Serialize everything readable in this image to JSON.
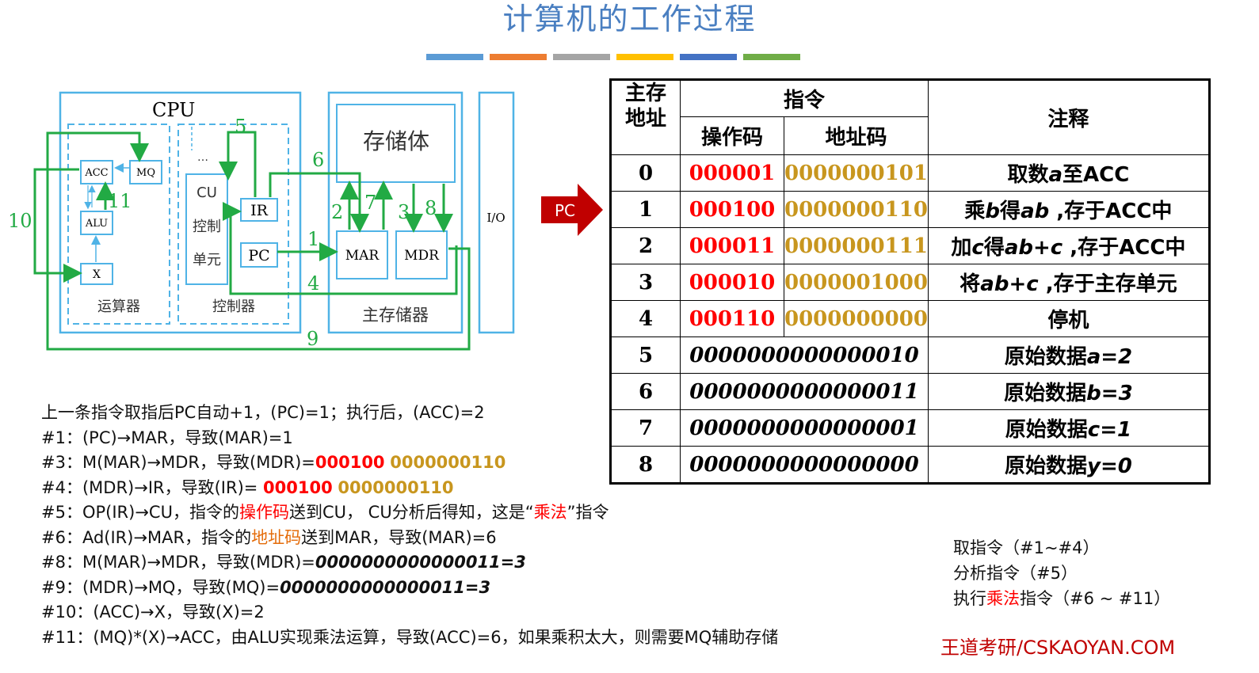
{
  "title": "计算机的工作过程",
  "title_bar_colors": [
    "#5b9bd5",
    "#ed7d31",
    "#a5a5a5",
    "#ffc000",
    "#4472c4",
    "#70ad47"
  ],
  "diagram": {
    "cpu_label": "CPU",
    "acc": "ACC",
    "mq": "MQ",
    "alu": "ALU",
    "x": "X",
    "alu_unit_label": "运算器",
    "cu_lines": [
      "CU",
      "控制",
      "单元"
    ],
    "dots": "…",
    "ir": "IR",
    "pc": "PC",
    "control_label": "控制器",
    "storage_body": "存储体",
    "mar": "MAR",
    "mdr": "MDR",
    "memory_label": "主存储器",
    "io": "I/O",
    "arrow_numbers": [
      "1",
      "2",
      "3",
      "4",
      "5",
      "6",
      "7",
      "8",
      "9",
      "10",
      "11"
    ],
    "green": "#22aa44",
    "frame_blue": "#4fb3e6"
  },
  "pc_pointer": {
    "label": "PC",
    "color": "#c00000"
  },
  "table": {
    "header": {
      "address": "主存\n地址",
      "instruction": "指令",
      "opcode": "操作码",
      "addrcode": "地址码",
      "note": "注释"
    },
    "rows": [
      {
        "addr": "0",
        "op": "000001",
        "ad": "0000000101",
        "note_parts": [
          {
            "t": "取数"
          },
          {
            "t": "a",
            "i": true
          },
          {
            "t": "至ACC"
          }
        ]
      },
      {
        "addr": "1",
        "op": "000100",
        "ad": "0000000110",
        "note_parts": [
          {
            "t": "乘"
          },
          {
            "t": "b",
            "i": true
          },
          {
            "t": "得"
          },
          {
            "t": "ab",
            "i": true
          },
          {
            "t": " ,存于ACC中"
          }
        ]
      },
      {
        "addr": "2",
        "op": "000011",
        "ad": "0000000111",
        "note_parts": [
          {
            "t": "加"
          },
          {
            "t": "c",
            "i": true
          },
          {
            "t": "得"
          },
          {
            "t": "ab+c",
            "i": true
          },
          {
            "t": " ,存于ACC中"
          }
        ]
      },
      {
        "addr": "3",
        "op": "000010",
        "ad": "0000001000",
        "note_parts": [
          {
            "t": "将"
          },
          {
            "t": "ab+c",
            "i": true
          },
          {
            "t": " ,存于主存单元"
          }
        ]
      },
      {
        "addr": "4",
        "op": "000110",
        "ad": "0000000000",
        "note_parts": [
          {
            "t": "停机"
          }
        ]
      },
      {
        "addr": "5",
        "data": "0000000000000010",
        "note_parts": [
          {
            "t": "原始数据"
          },
          {
            "t": "a=2",
            "i": true
          }
        ]
      },
      {
        "addr": "6",
        "data": "0000000000000011",
        "note_parts": [
          {
            "t": "原始数据"
          },
          {
            "t": "b=3",
            "i": true
          }
        ]
      },
      {
        "addr": "7",
        "data": "0000000000000001",
        "note_parts": [
          {
            "t": "原始数据"
          },
          {
            "t": "c=1",
            "i": true
          }
        ]
      },
      {
        "addr": "8",
        "data": "0000000000000000",
        "note_parts": [
          {
            "t": "原始数据"
          },
          {
            "t": "y=0",
            "i": true
          }
        ]
      }
    ]
  },
  "steps": [
    [
      {
        "t": "上一条指令取指后PC自动+1，(PC)=1；执行后，(ACC)=2"
      }
    ],
    [
      {
        "t": "#1：(PC)→MAR，导致(MAR)=1"
      }
    ],
    [
      {
        "t": "#3：M(MAR)→MDR，导致(MDR)="
      },
      {
        "t": "000100",
        "c": "red",
        "b": true
      },
      {
        "t": " "
      },
      {
        "t": "0000000110",
        "c": "gold",
        "b": true
      }
    ],
    [
      {
        "t": "#4：(MDR)→IR，导致(IR)= "
      },
      {
        "t": "000100",
        "c": "red",
        "b": true
      },
      {
        "t": " "
      },
      {
        "t": "0000000110",
        "c": "gold",
        "b": true
      }
    ],
    [
      {
        "t": "#5：OP(IR)→CU，指令的"
      },
      {
        "t": "操作码",
        "c": "red"
      },
      {
        "t": "送到CU， CU分析后得知，这是“"
      },
      {
        "t": "乘法",
        "c": "red"
      },
      {
        "t": "”指令"
      }
    ],
    [
      {
        "t": "#6：Ad(IR)→MAR，指令的"
      },
      {
        "t": "地址码",
        "c": "orange"
      },
      {
        "t": "送到MAR，导致(MAR)=6"
      }
    ],
    [
      {
        "t": "#8：M(MAR)→MDR，导致(MDR)="
      },
      {
        "t": "0000000000000011=3",
        "b": true,
        "i": true
      }
    ],
    [
      {
        "t": "#9：(MDR)→MQ，导致(MQ)="
      },
      {
        "t": "0000000000000011=3",
        "b": true,
        "i": true
      }
    ],
    [
      {
        "t": "#10：(ACC)→X，导致(X)=2"
      }
    ],
    [
      {
        "t": "#11：(MQ)*(X)→ACC，由ALU实现乘法运算，导致(ACC)=6，如果乘积太大，则需要MQ辅助存储"
      }
    ]
  ],
  "summary": [
    [
      {
        "t": "取指令（#1~#4）"
      }
    ],
    [
      {
        "t": "分析指令（#5）"
      }
    ],
    [
      {
        "t": "执行"
      },
      {
        "t": "乘法",
        "c": "red"
      },
      {
        "t": "指令（#6 ~ #11）"
      }
    ]
  ],
  "brand": "王道考研/CSKAOYAN.COM"
}
